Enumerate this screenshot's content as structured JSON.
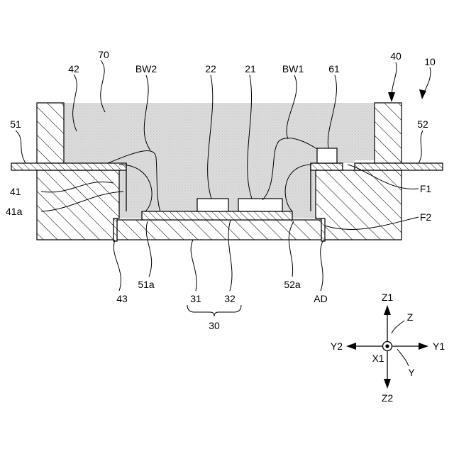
{
  "labels": {
    "l70": "70",
    "l42": "42",
    "lBW2": "BW2",
    "l22": "22",
    "l21": "21",
    "lBW1": "BW1",
    "l61": "61",
    "l40": "40",
    "l10": "10",
    "l51": "51",
    "l52": "52",
    "l41": "41",
    "l41a": "41a",
    "lF1": "F1",
    "lF2": "F2",
    "l43": "43",
    "l51a": "51a",
    "l31": "31",
    "l32": "32",
    "l30": "30",
    "l52a": "52a",
    "lAD": "AD"
  },
  "axes": {
    "z1": "Z1",
    "z2": "Z2",
    "y1": "Y1",
    "y2": "Y2",
    "x1": "X1",
    "z": "Z",
    "y": "Y"
  }
}
